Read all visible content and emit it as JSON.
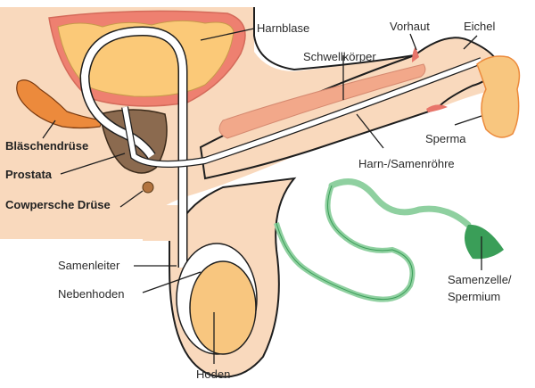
{
  "title": "Männliche Geschlechtsorgane",
  "labels": {
    "harnblase": "Harnblase",
    "vorhaut": "Vorhaut",
    "eichel": "Eichel",
    "schwellkoerper": "Schwellkörper",
    "blaeschendruese": "Bläschendrüse",
    "prostata": "Prostata",
    "cowpersche": "Cowpersche Drüse",
    "sperma": "Sperma",
    "harnroehre": "Harn-/Samenröhre",
    "samenleiter": "Samenleiter",
    "nebenhoden": "Nebenhoden",
    "hoden": "Hoden",
    "samenzelle_line1": "Samenzelle/",
    "samenzelle_line2": "Spermium"
  },
  "colors": {
    "skin": "#f9d9bd",
    "bladder_wall": "#ee8070",
    "bladder_fill": "#fbc978",
    "prostate": "#8b6a4f",
    "seminal_vesicle": "#ec8a3c",
    "erectile": "#f2a88a",
    "testis": "#f8c67f",
    "sperm_green": "#3a9e58",
    "sperm_light": "#8fd0a0",
    "outline": "#1e1e1e"
  }
}
